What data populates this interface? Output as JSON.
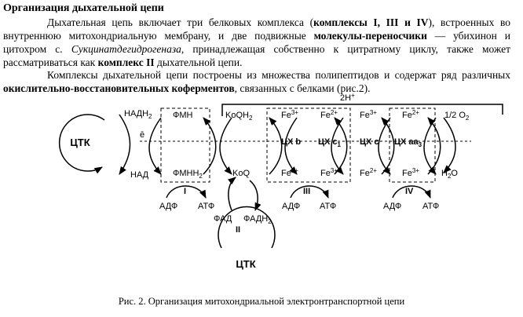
{
  "title": "Организация дыхательной цепи",
  "paragraph1": {
    "t1": "Дыхательная цепь включает три белковых комплекса (",
    "b1": "комплексы I, III и IV",
    "t2": "), встроенных во внутреннюю митохондриальную мембрану, и две подвижные ",
    "b2": "молекулы-переносчики",
    "t3": " — убихинон и цитохром с. ",
    "i1": "Сукцинатдегидрогеназа",
    "t4": ", принадлежащая собственно к цитратному циклу, также может рассматриваться как ",
    "b3": "комплекс II",
    "t5": " дыхательной цепи."
  },
  "paragraph2": {
    "t1": "Комплексы дыхательной цепи построены из множества полипептидов и содержат ряд различных ",
    "b1": "окислительно-восстановительных коферментов",
    "t2": ", связанных с белками (рис.2)."
  },
  "diagram": {
    "tca_label": "ЦТК",
    "nadh": "НАДН",
    "nad": "НАД",
    "fmn": "ФМН",
    "fmnh": "ФМНН",
    "koqh": "KoQH",
    "koq": "KoQ",
    "fe3": "Fe",
    "fe2": "Fe",
    "cyt_b": "ЦХ b",
    "cyt_c1": "ЦХ c",
    "cyt_c": "ЦХ c",
    "cyt_aa3": "ЦХ аа",
    "half_o2": "1/2 O",
    "water": "H",
    "water_tail": "O",
    "proton": "2H",
    "electron": "ē",
    "adp": "АДФ",
    "atp": "АТФ",
    "fad": "ФАД",
    "fadh": "ФАДН",
    "sub2": "2",
    "sub3": "3",
    "sub1": "1",
    "sup3": "3+",
    "sup2": "2+",
    "sup_plus": "+",
    "complex_I": "I",
    "complex_II": "II",
    "complex_III": "III",
    "complex_IV": "IV"
  },
  "caption": "Рис. 2. Организация митохондриальной электронтранспортной цепи"
}
